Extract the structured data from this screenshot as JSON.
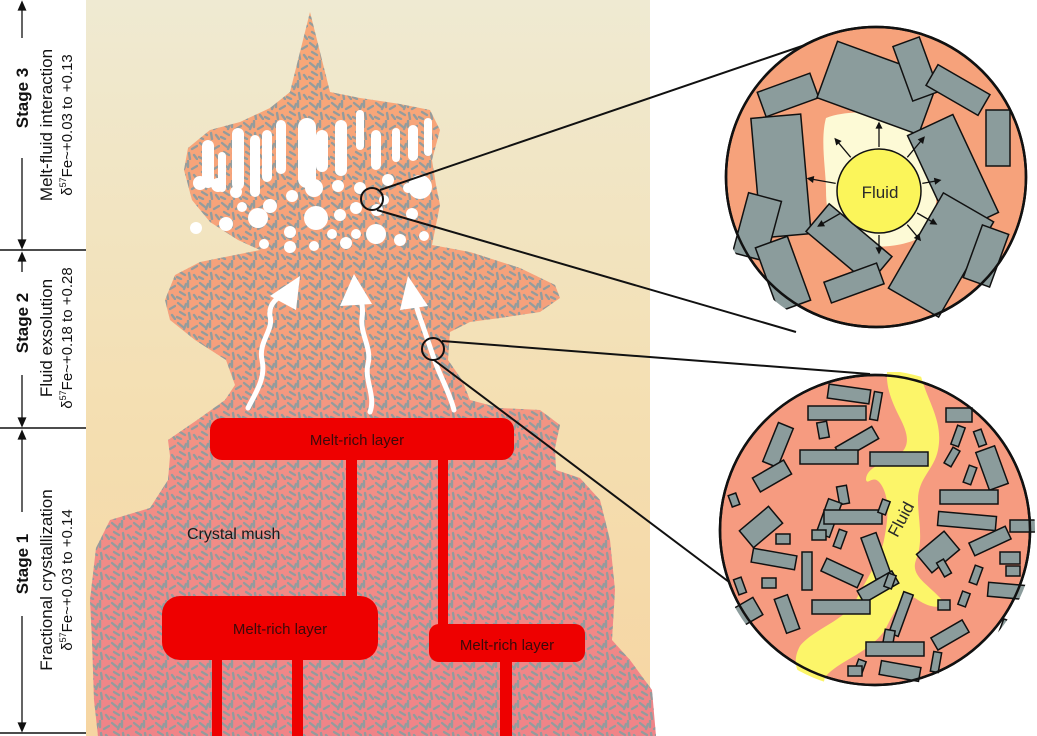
{
  "figure": {
    "stages": [
      {
        "id": "stage3",
        "title": "Stage 3",
        "process": "Melt-fluid interaction",
        "delta_prefix": "δ",
        "delta_sup": "57",
        "delta_text": "Fe~+0.03 to +0.13"
      },
      {
        "id": "stage2",
        "title": "Stage 2",
        "process": "Fluid exsolution",
        "delta_prefix": "δ",
        "delta_sup": "57",
        "delta_text": "Fe~+0.18 to +0.28"
      },
      {
        "id": "stage1",
        "title": "Stage 1",
        "process": "Fractional crystallization",
        "delta_prefix": "δ",
        "delta_sup": "57",
        "delta_text": "Fe~+0.03 to +0.14"
      }
    ],
    "labels": {
      "melt_rich_top": "Melt-rich layer",
      "melt_rich_left": "Melt-rich layer",
      "melt_rich_right": "Melt-rich layer",
      "crystal_mush": "Crystal mush",
      "fluid_upper_inset": "Fluid",
      "fluid_lower_inset": "Fluid"
    },
    "colors": {
      "background_top": "#efe9cf",
      "background_bottom": "#f4d7a6",
      "upper_body": "#f7a877",
      "lower_body": "#f28a86",
      "crystal": "#8e9a9c",
      "melt_red": "#ee0000",
      "fluid_yellow": "#fbf55a",
      "fluid_halo": "#fdf9d2",
      "inset_matrix": "#f6a27b",
      "inset_crystal": "#8b9c9c",
      "arrow_white": "#ffffff"
    }
  }
}
